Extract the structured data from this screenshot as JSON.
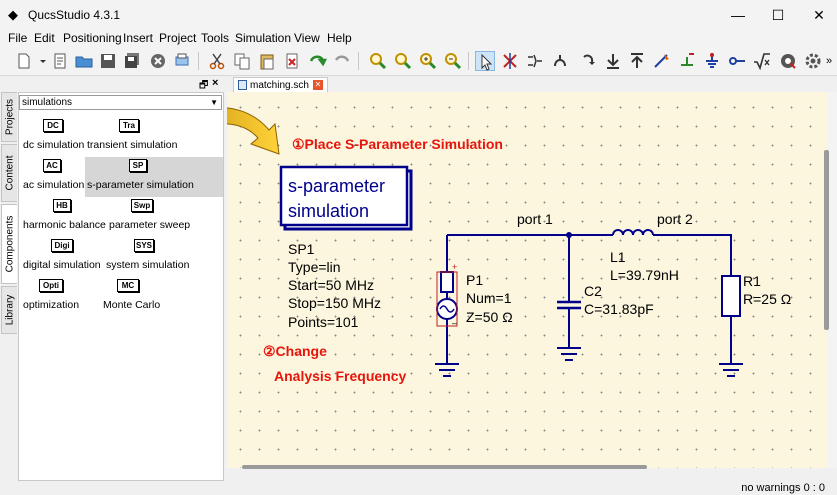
{
  "window": {
    "title": "QucsStudio 4.3.1",
    "minimize": "—",
    "maximize": "☐",
    "close": "✕"
  },
  "menu": [
    {
      "label": "File",
      "mnemonic": "F"
    },
    {
      "label": "Edit",
      "mnemonic": "E"
    },
    {
      "label": "Positioning",
      "mnemonic": "o"
    },
    {
      "label": "Insert",
      "mnemonic": "I"
    },
    {
      "label": "Project",
      "mnemonic": "P"
    },
    {
      "label": "Tools",
      "mnemonic": "T"
    },
    {
      "label": "Simulation",
      "mnemonic": "S"
    },
    {
      "label": "View",
      "mnemonic": "V"
    },
    {
      "label": "Help",
      "mnemonic": "H"
    }
  ],
  "dock": {
    "float_icon": "float-icon",
    "close_label": "×",
    "combo_value": "simulations"
  },
  "side_tabs": [
    "Projects",
    "Content",
    "Components",
    "Library"
  ],
  "components": [
    {
      "icon": "DC",
      "label": "dc simulation"
    },
    {
      "icon": "Tra",
      "label": "transient simulation"
    },
    {
      "icon": "AC",
      "label": "ac simulation"
    },
    {
      "icon": "SP",
      "label": "s-parameter simulation"
    },
    {
      "icon": "HB",
      "label": "harmonic balance"
    },
    {
      "icon": "Swp",
      "label": "parameter sweep"
    },
    {
      "icon": "Digi",
      "label": "digital simulation"
    },
    {
      "icon": "SYS",
      "label": "system simulation"
    },
    {
      "icon": "Opti",
      "label": "optimization"
    },
    {
      "icon": "MC",
      "label": "Monte Carlo"
    }
  ],
  "document_tab": {
    "label": "matching.sch",
    "close_label": "✕"
  },
  "schematic": {
    "sim_block": {
      "line1": "s-parameter",
      "line2": "simulation",
      "name": "SP1",
      "params": [
        "Type=lin",
        "Start=50 MHz",
        "Stop=150 MHz",
        "Points=101"
      ]
    },
    "labels": {
      "port1": "port 1",
      "port2": "port 2"
    },
    "P1": {
      "name": "P1",
      "params": [
        "Num=1",
        "Z=50 Ω"
      ]
    },
    "C2": {
      "name": "C2",
      "params": [
        "C=31.83pF"
      ]
    },
    "L1": {
      "name": "L1",
      "params": [
        "L=39.79nH"
      ]
    },
    "R1": {
      "name": "R1",
      "params": [
        "R=25 Ω"
      ]
    },
    "annotations": {
      "step1": "①Place S-Parameter Simulation",
      "step2_line1": "②Change",
      "step2_line2": "Analysis Frequency"
    },
    "colors": {
      "wire": "#00008b",
      "annotation": "#e8150c",
      "arrow": "#d9a400",
      "canvas": "#fcf6df"
    }
  },
  "status": {
    "text": "no warnings 0 : 0"
  }
}
